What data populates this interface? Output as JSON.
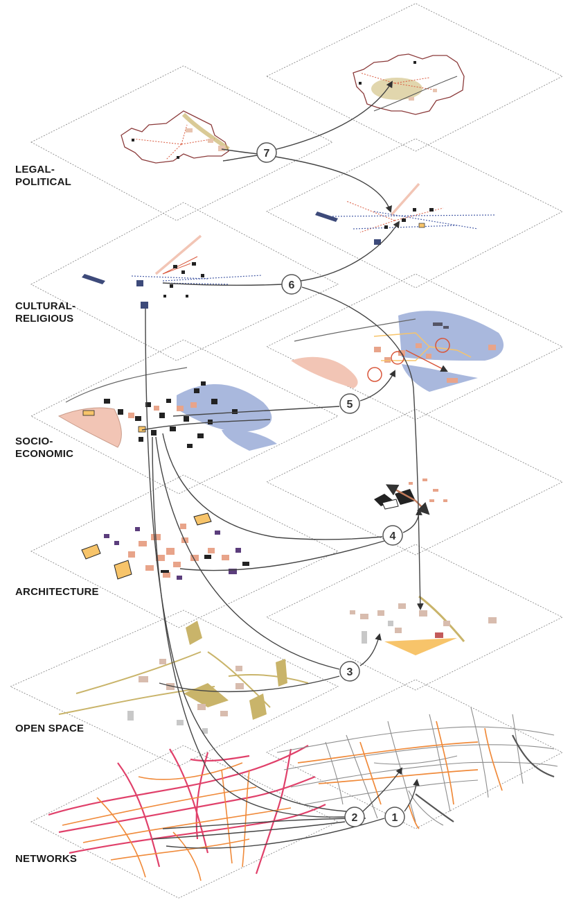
{
  "layers": [
    {
      "id": "legal",
      "lines": [
        "LEGAL-",
        "POLITICAL"
      ]
    },
    {
      "id": "cultural",
      "lines": [
        "CULTURAL-",
        "RELIGIOUS"
      ]
    },
    {
      "id": "socio",
      "lines": [
        "SOCIO-",
        "ECONOMIC"
      ]
    },
    {
      "id": "architecture",
      "lines": [
        "ARCHITECTURE"
      ]
    },
    {
      "id": "open",
      "lines": [
        "OPEN SPACE"
      ]
    },
    {
      "id": "networks",
      "lines": [
        "NETWORKS"
      ]
    }
  ],
  "markers": [
    "1",
    "2",
    "3",
    "4",
    "5",
    "6",
    "7"
  ],
  "colors": {
    "connector": "#444444",
    "plane_border": "#8a8a8a",
    "marker_stroke": "#555555",
    "road_major": "#e0406a",
    "road_minor": "#f08a3a",
    "road_grey": "#8c8c8c",
    "blue_zone": "#a9b8dd",
    "building_dark": "#222222",
    "salmon": "#e8a48a",
    "pink_land": "#f2c5b5",
    "olive": "#c9b46a",
    "yellow": "#f7c46a",
    "purple": "#5b3d7c",
    "red_accent": "#d9573b"
  }
}
